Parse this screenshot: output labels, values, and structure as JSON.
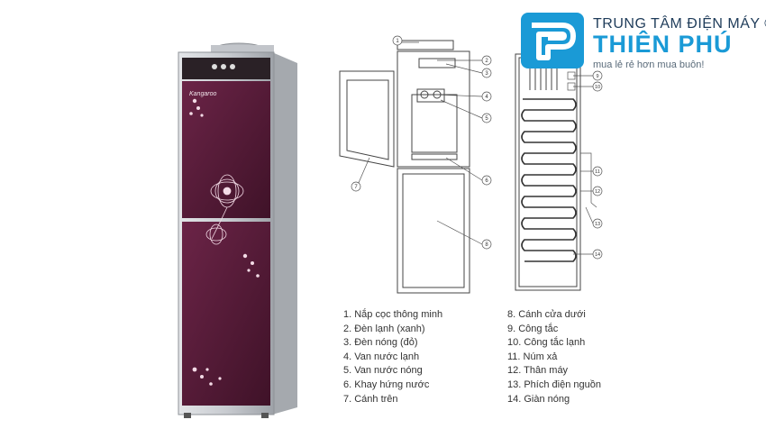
{
  "brand": {
    "tagline_top": "TRUNG TÂM ĐIỆN MÁY ®",
    "name": "THIÊN PHÚ",
    "slogan": "mua lẻ rẻ hơn mua buôn!",
    "primary_color": "#1a9ad6",
    "dark_color": "#1f3c5a"
  },
  "product": {
    "brand_label": "Kangaroo",
    "panel_color": "#5a1e3a",
    "body_color": "#c9ccd1"
  },
  "callout_numbers": [
    "1",
    "2",
    "3",
    "4",
    "5",
    "6",
    "7",
    "8",
    "9",
    "10",
    "11",
    "12",
    "13",
    "14"
  ],
  "parts_left": [
    "1. Nắp cọc thông minh",
    "2. Đèn lạnh (xanh)",
    "3. Đèn nóng (đỏ)",
    "4. Van nước lạnh",
    "5. Van nước nóng",
    "6. Khay hứng nước",
    "7. Cánh trên"
  ],
  "parts_right": [
    "8. Cánh cửa dưới",
    "9. Công tắc",
    "10. Công tắc lạnh",
    "11. Núm xả",
    "12. Thân máy",
    "13. Phích điện nguồn",
    "14. Giàn nóng"
  ]
}
